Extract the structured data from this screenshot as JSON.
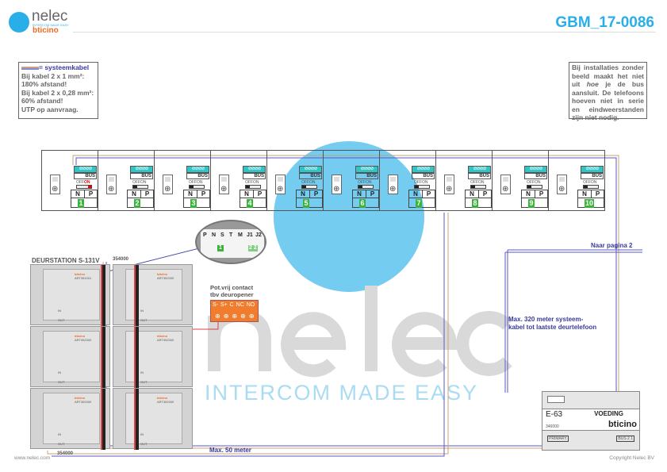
{
  "header": {
    "brand": "nelec",
    "tagline": "INTERCOM MADE EASY",
    "partner": "bticino",
    "doc_id": "GBM_17-0086"
  },
  "note_left": {
    "legend": "= systeemkabel",
    "lines": [
      "Bij kabel 2 x 1 mm²:",
      "180% afstand!",
      "Bij kabel 2 x 0,28 mm²:",
      "60% afstand!",
      "UTP op aanvraag."
    ]
  },
  "note_right": {
    "text_before": "Bij installaties zonder beeld maakt het niet uit ",
    "text_em": "hoe",
    "text_after": " je de bus aansluit. De telefoons hoeven niet in serie en eindweerstanden zijn niet nodig."
  },
  "phones": {
    "terminal_label": "BUS",
    "switch_label_off": "OFF",
    "switch_label_on": "ON",
    "col_n": "N",
    "col_p": "P",
    "numbers": [
      "1",
      "2",
      "3",
      "4",
      "5",
      "6",
      "7",
      "8",
      "9",
      "10"
    ]
  },
  "door_station": {
    "title": "DEURSTATION S-131V",
    "code_top": "354000",
    "code_bottom": "354000",
    "module_main": "ART351001",
    "module_art": "ART352000",
    "label_in": "IN",
    "label_out": "OUT",
    "brand": "bticino"
  },
  "magnifier": {
    "labels": [
      "P",
      "N",
      "S",
      "T",
      "M",
      "J1",
      "J2"
    ],
    "n_value": "1",
    "j_value": "2 2"
  },
  "relay": {
    "title_1": "Pot.vrij contact",
    "title_2": "tbv deuropener",
    "terminals": "S- S+ C NC NO"
  },
  "psu": {
    "name": "E-63",
    "label": "VOEDING",
    "code": "346000",
    "brand": "bticino",
    "left_label": "PRIMARY",
    "right_label": "BUS 2 1"
  },
  "annotations": {
    "naar_pagina": "Naar pagina 2",
    "max_320_1": "Max. 320 meter systeem-",
    "max_320_2": "kabel tot laatste deurtelefoon",
    "max_50": "Max. 50 meter"
  },
  "footer": {
    "website": "www.nelec.com",
    "copyright": "Copyright Nelec BV"
  }
}
